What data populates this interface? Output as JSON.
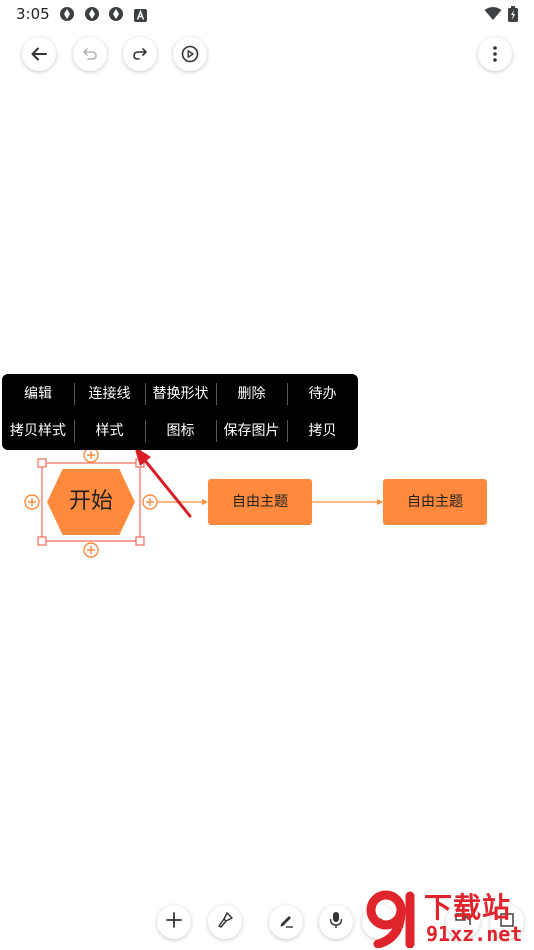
{
  "status_bar": {
    "time": "3:05",
    "icons": [
      "app-notification-icon",
      "app-notification-icon",
      "app-notification-icon",
      "a-square-icon",
      "wifi-icon",
      "battery-charging-icon"
    ]
  },
  "toolbar": {
    "back_icon": "arrow-left-icon",
    "undo_icon": "undo-icon",
    "redo_icon": "redo-icon",
    "play_icon": "play-circle-icon",
    "more_icon": "more-vertical-icon"
  },
  "context_menu": {
    "row1": [
      "编辑",
      "连接线",
      "替换形状",
      "删除",
      "待办"
    ],
    "row2": [
      "拷贝样式",
      "样式",
      "图标",
      "保存图片",
      "拷贝"
    ]
  },
  "diagram": {
    "central_topic": "开始",
    "topic1": "自由主题",
    "topic2": "自由主题",
    "accent_color": "#ff8a3d",
    "selection_color": "#f26b5b"
  },
  "bottom_bar": {
    "icons": [
      "plus-icon",
      "brush-icon",
      "pen-icon",
      "microphone-icon",
      "connector-icon",
      "layout-icon",
      "insert-icon"
    ]
  },
  "watermark": {
    "line1": "下载站",
    "line2": "91xz.net",
    "logo_color": "#e0242b"
  }
}
